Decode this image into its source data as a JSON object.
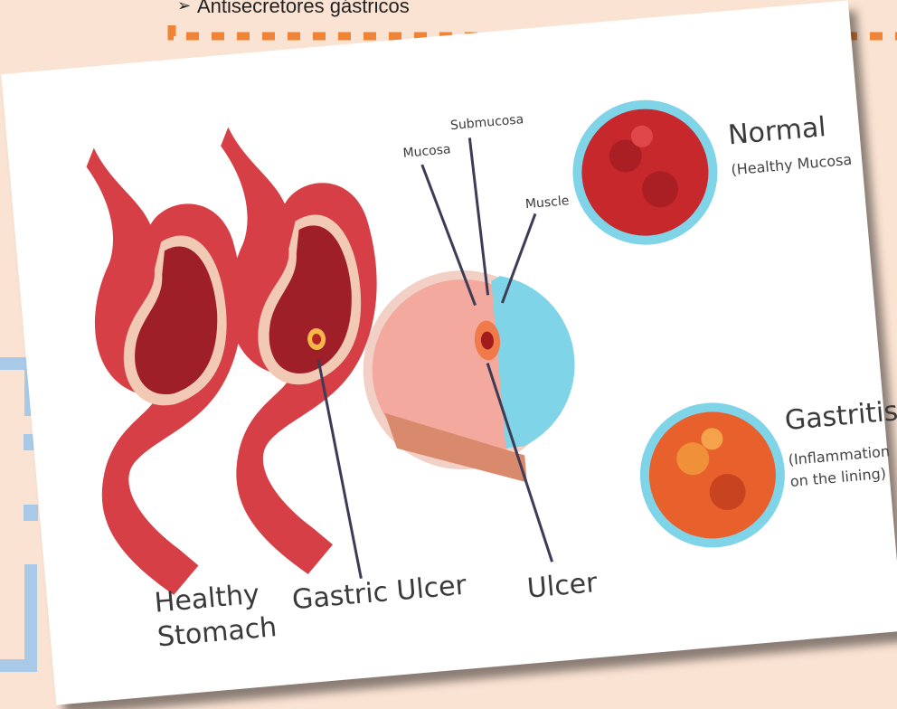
{
  "top_bullet": {
    "text": "Antisecretores gástricos"
  },
  "diagram": {
    "healthy_label": [
      "Healthy",
      "Stomach"
    ],
    "ulcer_label": "Gastric Ulcer",
    "layer_labels": {
      "mucosa": "Mucosa",
      "submucosa": "Submucosa",
      "muscle": "Muscle",
      "ulcer": "Ulcer"
    },
    "normal": {
      "title": "Normal",
      "subtitle": "(Healthy Mucosa"
    },
    "gastritis": {
      "title": "Gastritis",
      "subtitle": [
        "(Inflammation",
        "on the lining)"
      ]
    }
  },
  "colors": {
    "background": "#fbe3d3",
    "dashed_border": "#f08436",
    "side_bracket": "#a9c9e8",
    "stomach": "#d63f45",
    "ulcer_section_bg": "#f4a99e",
    "cyan_ring": "#7fd4e8"
  }
}
